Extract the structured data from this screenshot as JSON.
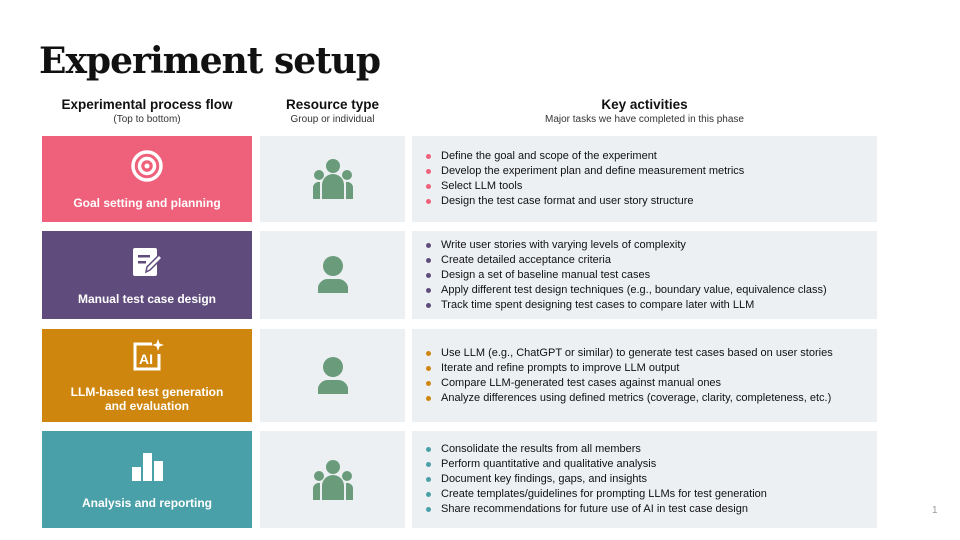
{
  "title": "Experiment setup",
  "headers": [
    {
      "title": "Experimental process flow",
      "subtitle": "(Top to bottom)"
    },
    {
      "title": "Resource type",
      "subtitle": "Group or individual"
    },
    {
      "title": "Key activities",
      "subtitle": "Major tasks we have completed in this phase"
    }
  ],
  "phases": [
    {
      "label": "Goal setting and planning",
      "icon": "target-icon",
      "color": "#EF617B",
      "resource": "group",
      "activities": [
        "Define the goal and scope of the experiment",
        "Develop the experiment plan and define measurement metrics",
        "Select LLM tools",
        "Design the test case format and user story structure"
      ]
    },
    {
      "label": "Manual test case design",
      "icon": "edit-document-icon",
      "color": "#5F4C7C",
      "resource": "individual",
      "activities": [
        "Write user stories with varying levels of complexity",
        "Create detailed acceptance criteria",
        "Design a set of baseline manual test cases",
        "Apply different test design techniques (e.g., boundary value, equivalence class)",
        "Track time spent designing test cases to compare later with LLM"
      ]
    },
    {
      "label": "LLM-based test generation and evaluation",
      "icon": "ai-sparkle-icon",
      "color": "#CF860E",
      "resource": "individual",
      "activities": [
        "Use LLM (e.g., ChatGPT or similar) to generate test cases based on user stories",
        "Iterate and refine prompts to improve LLM output",
        "Compare LLM-generated test cases against manual ones",
        "Analyze differences using defined metrics (coverage, clarity, completeness, etc.)"
      ]
    },
    {
      "label": "Analysis and reporting",
      "icon": "bar-chart-icon",
      "color": "#4AA0A9",
      "resource": "group",
      "activities": [
        "Consolidate the results from all members",
        "Perform quantitative and qualitative analysis",
        "Document key findings, gaps, and insights",
        "Create templates/guidelines for prompting LLMs for test generation",
        "Share recommendations for future use of AI in test case design"
      ]
    }
  ],
  "page_number": "1"
}
